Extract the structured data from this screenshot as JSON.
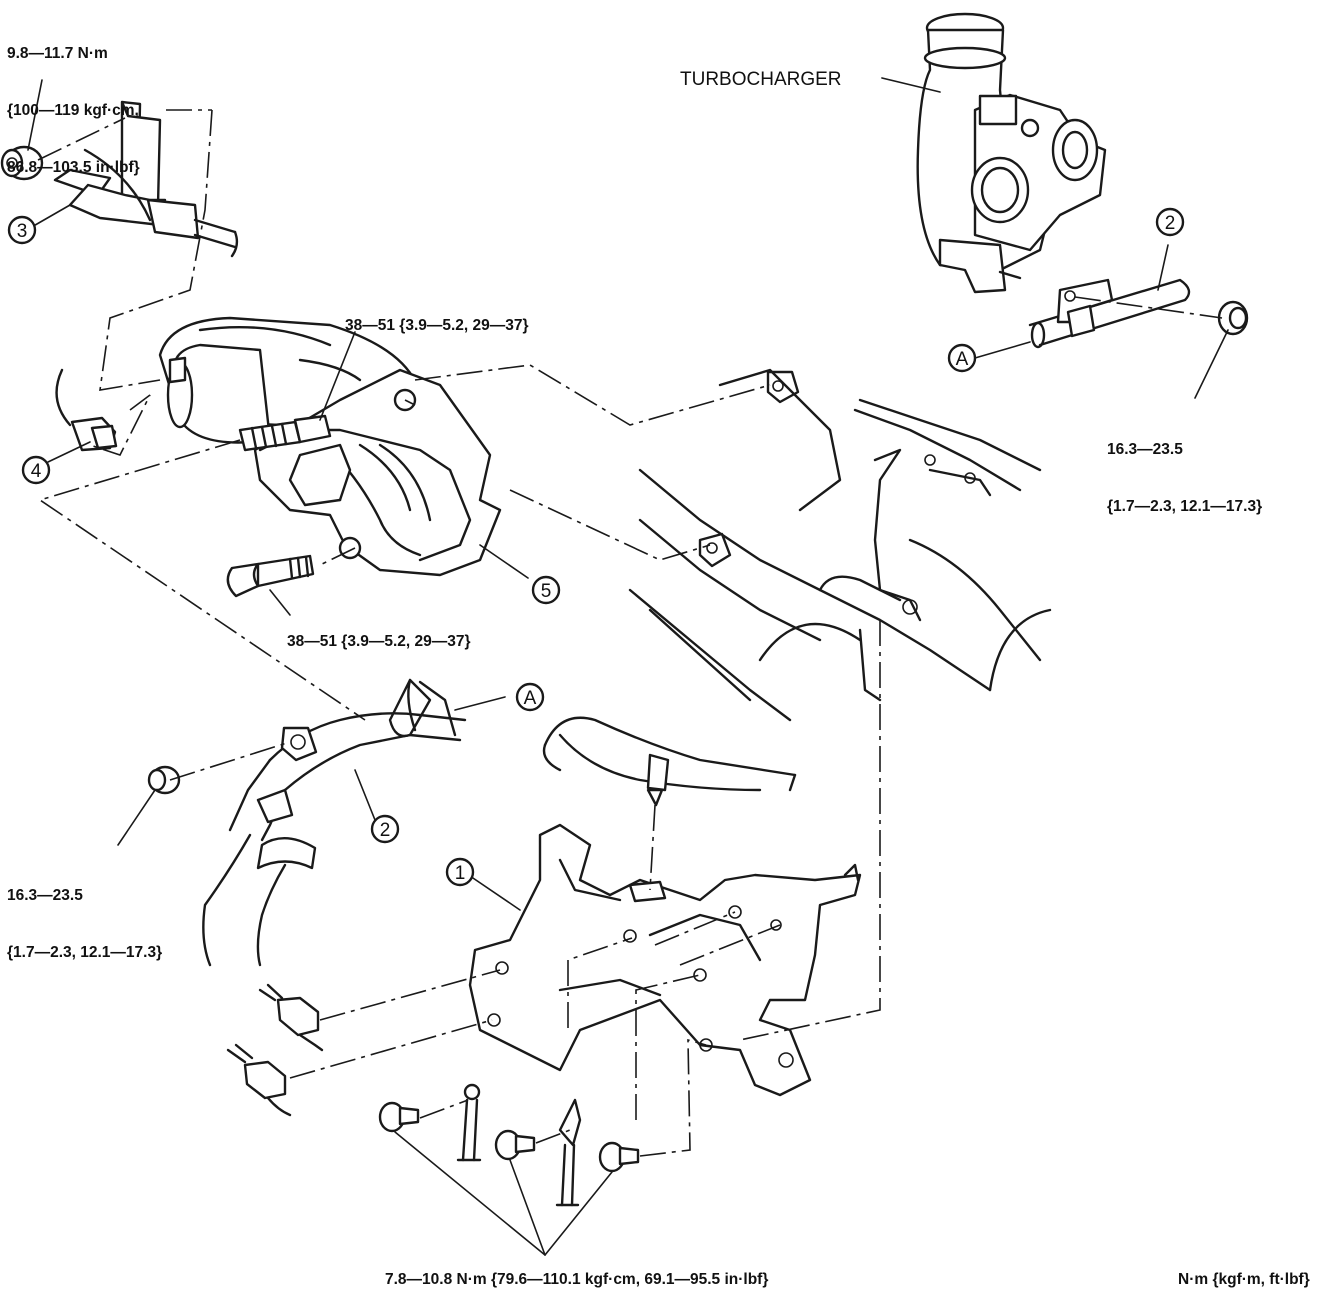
{
  "labels": {
    "turbocharger": "TURBOCHARGER",
    "units_legend": "N·m {kgf·m, ft·lbf}"
  },
  "torques": {
    "t1_line1": "9.8—11.7 N·m",
    "t1_line2": "{100—119 kgf·cm,",
    "t1_line3": "86.8—103.5 in·lbf}",
    "t2": "38—51 {3.9—5.2, 29—37}",
    "t3": "38—51 {3.9—5.2, 29—37}",
    "t4_line1": "16.3—23.5",
    "t4_line2": "{1.7—2.3, 12.1—17.3}",
    "t5_line1": "16.3—23.5",
    "t5_line2": "{1.7—2.3, 12.1—17.3}",
    "t6": "7.8—10.8 N·m {79.6—110.1 kgf·cm, 69.1—95.5 in·lbf}"
  },
  "callouts": {
    "c1": "1",
    "c2a": "2",
    "c2b": "2",
    "c3": "3",
    "c4": "4",
    "c5": "5",
    "refA_top": "A",
    "refA_bottom": "A"
  }
}
